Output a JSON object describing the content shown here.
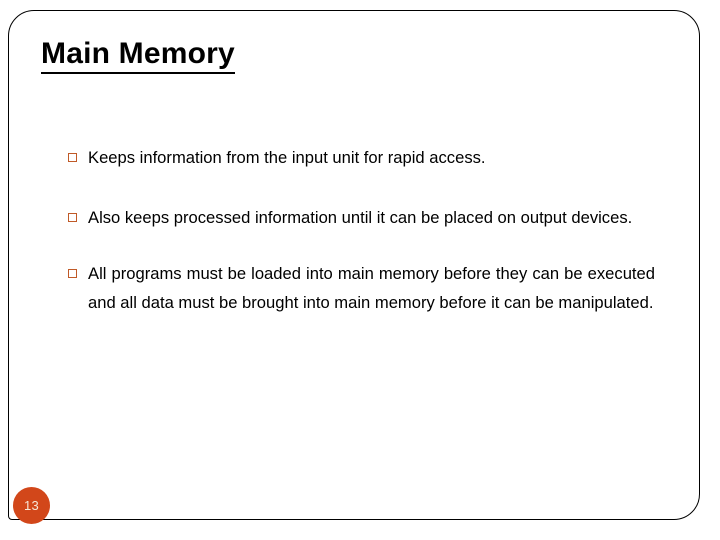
{
  "slide": {
    "title": "Main Memory",
    "page_number": "13",
    "bullet_glyph": "hollow-square",
    "colors": {
      "bullet": "#C05A28",
      "badge_background": "#D2471A",
      "badge_text": "#F6E7D8",
      "text": "#000000",
      "border": "#000000",
      "background": "#FFFFFF"
    },
    "bullets": [
      {
        "text": "Keeps information from the input unit for rapid access.",
        "justified": false
      },
      {
        "text": "Also keeps processed information until it can be placed on output devices.",
        "justified": true
      },
      {
        "text": "All programs must be loaded into main memory before they can be executed and all data must be brought into main memory before it can be manipulated.",
        "justified": true
      }
    ]
  }
}
